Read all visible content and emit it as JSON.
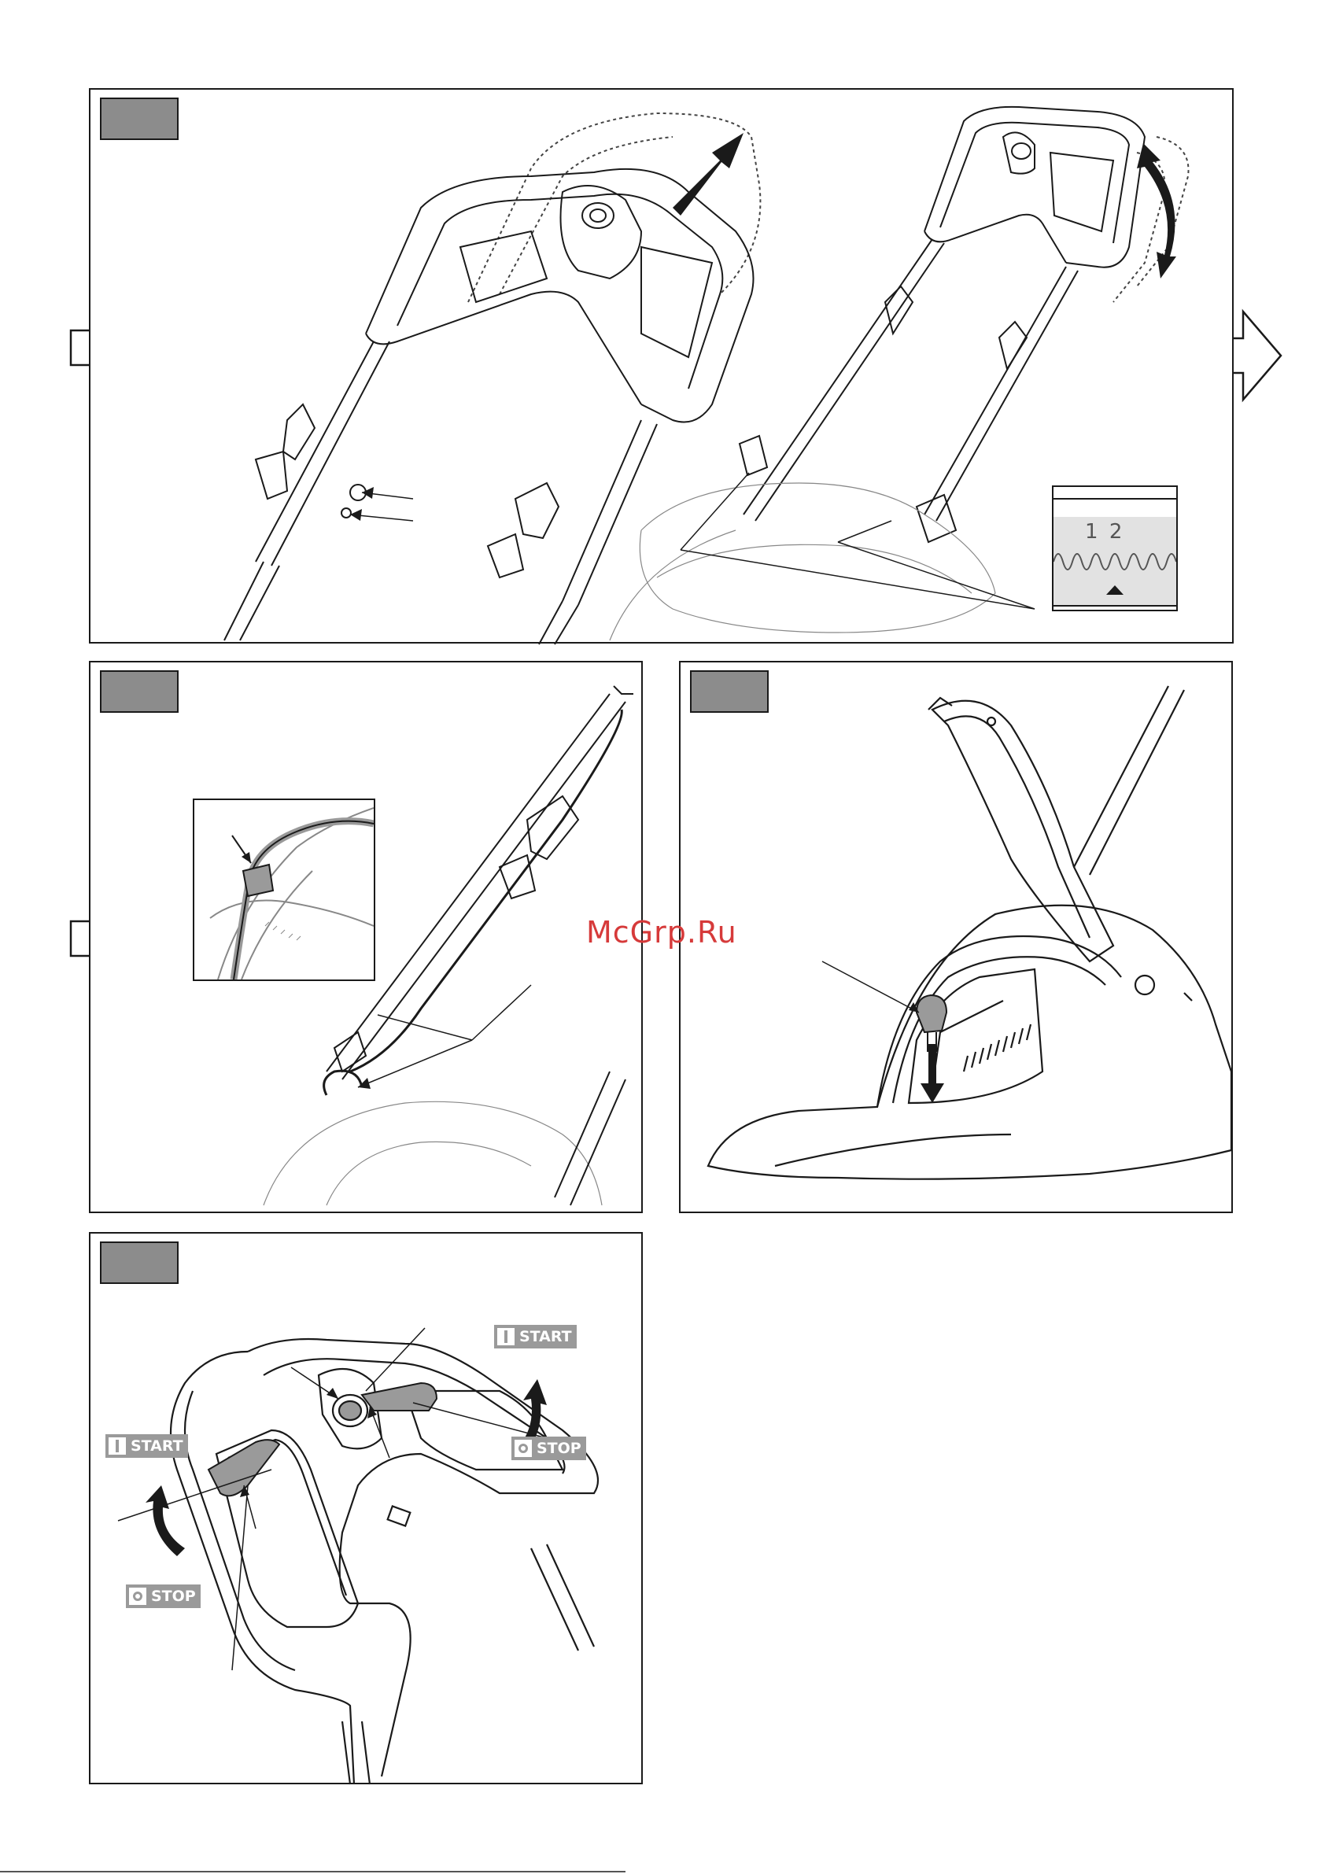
{
  "watermark": "McGrp.Ru",
  "panel_height_adjust": {
    "marks": [
      "1",
      "2"
    ]
  },
  "panel_start_stop": {
    "start_label": "START",
    "stop_label": "STOP"
  },
  "colors": {
    "tag_gray": "#8c8c8c",
    "label_gray": "#9a9a9a",
    "line": "#1a1a1a",
    "watermark": "#d63a3a"
  },
  "icons": [
    "next-arrow-icon",
    "bidirectional-arrow-icon",
    "up-arrow-icon",
    "down-arrow-icon"
  ]
}
